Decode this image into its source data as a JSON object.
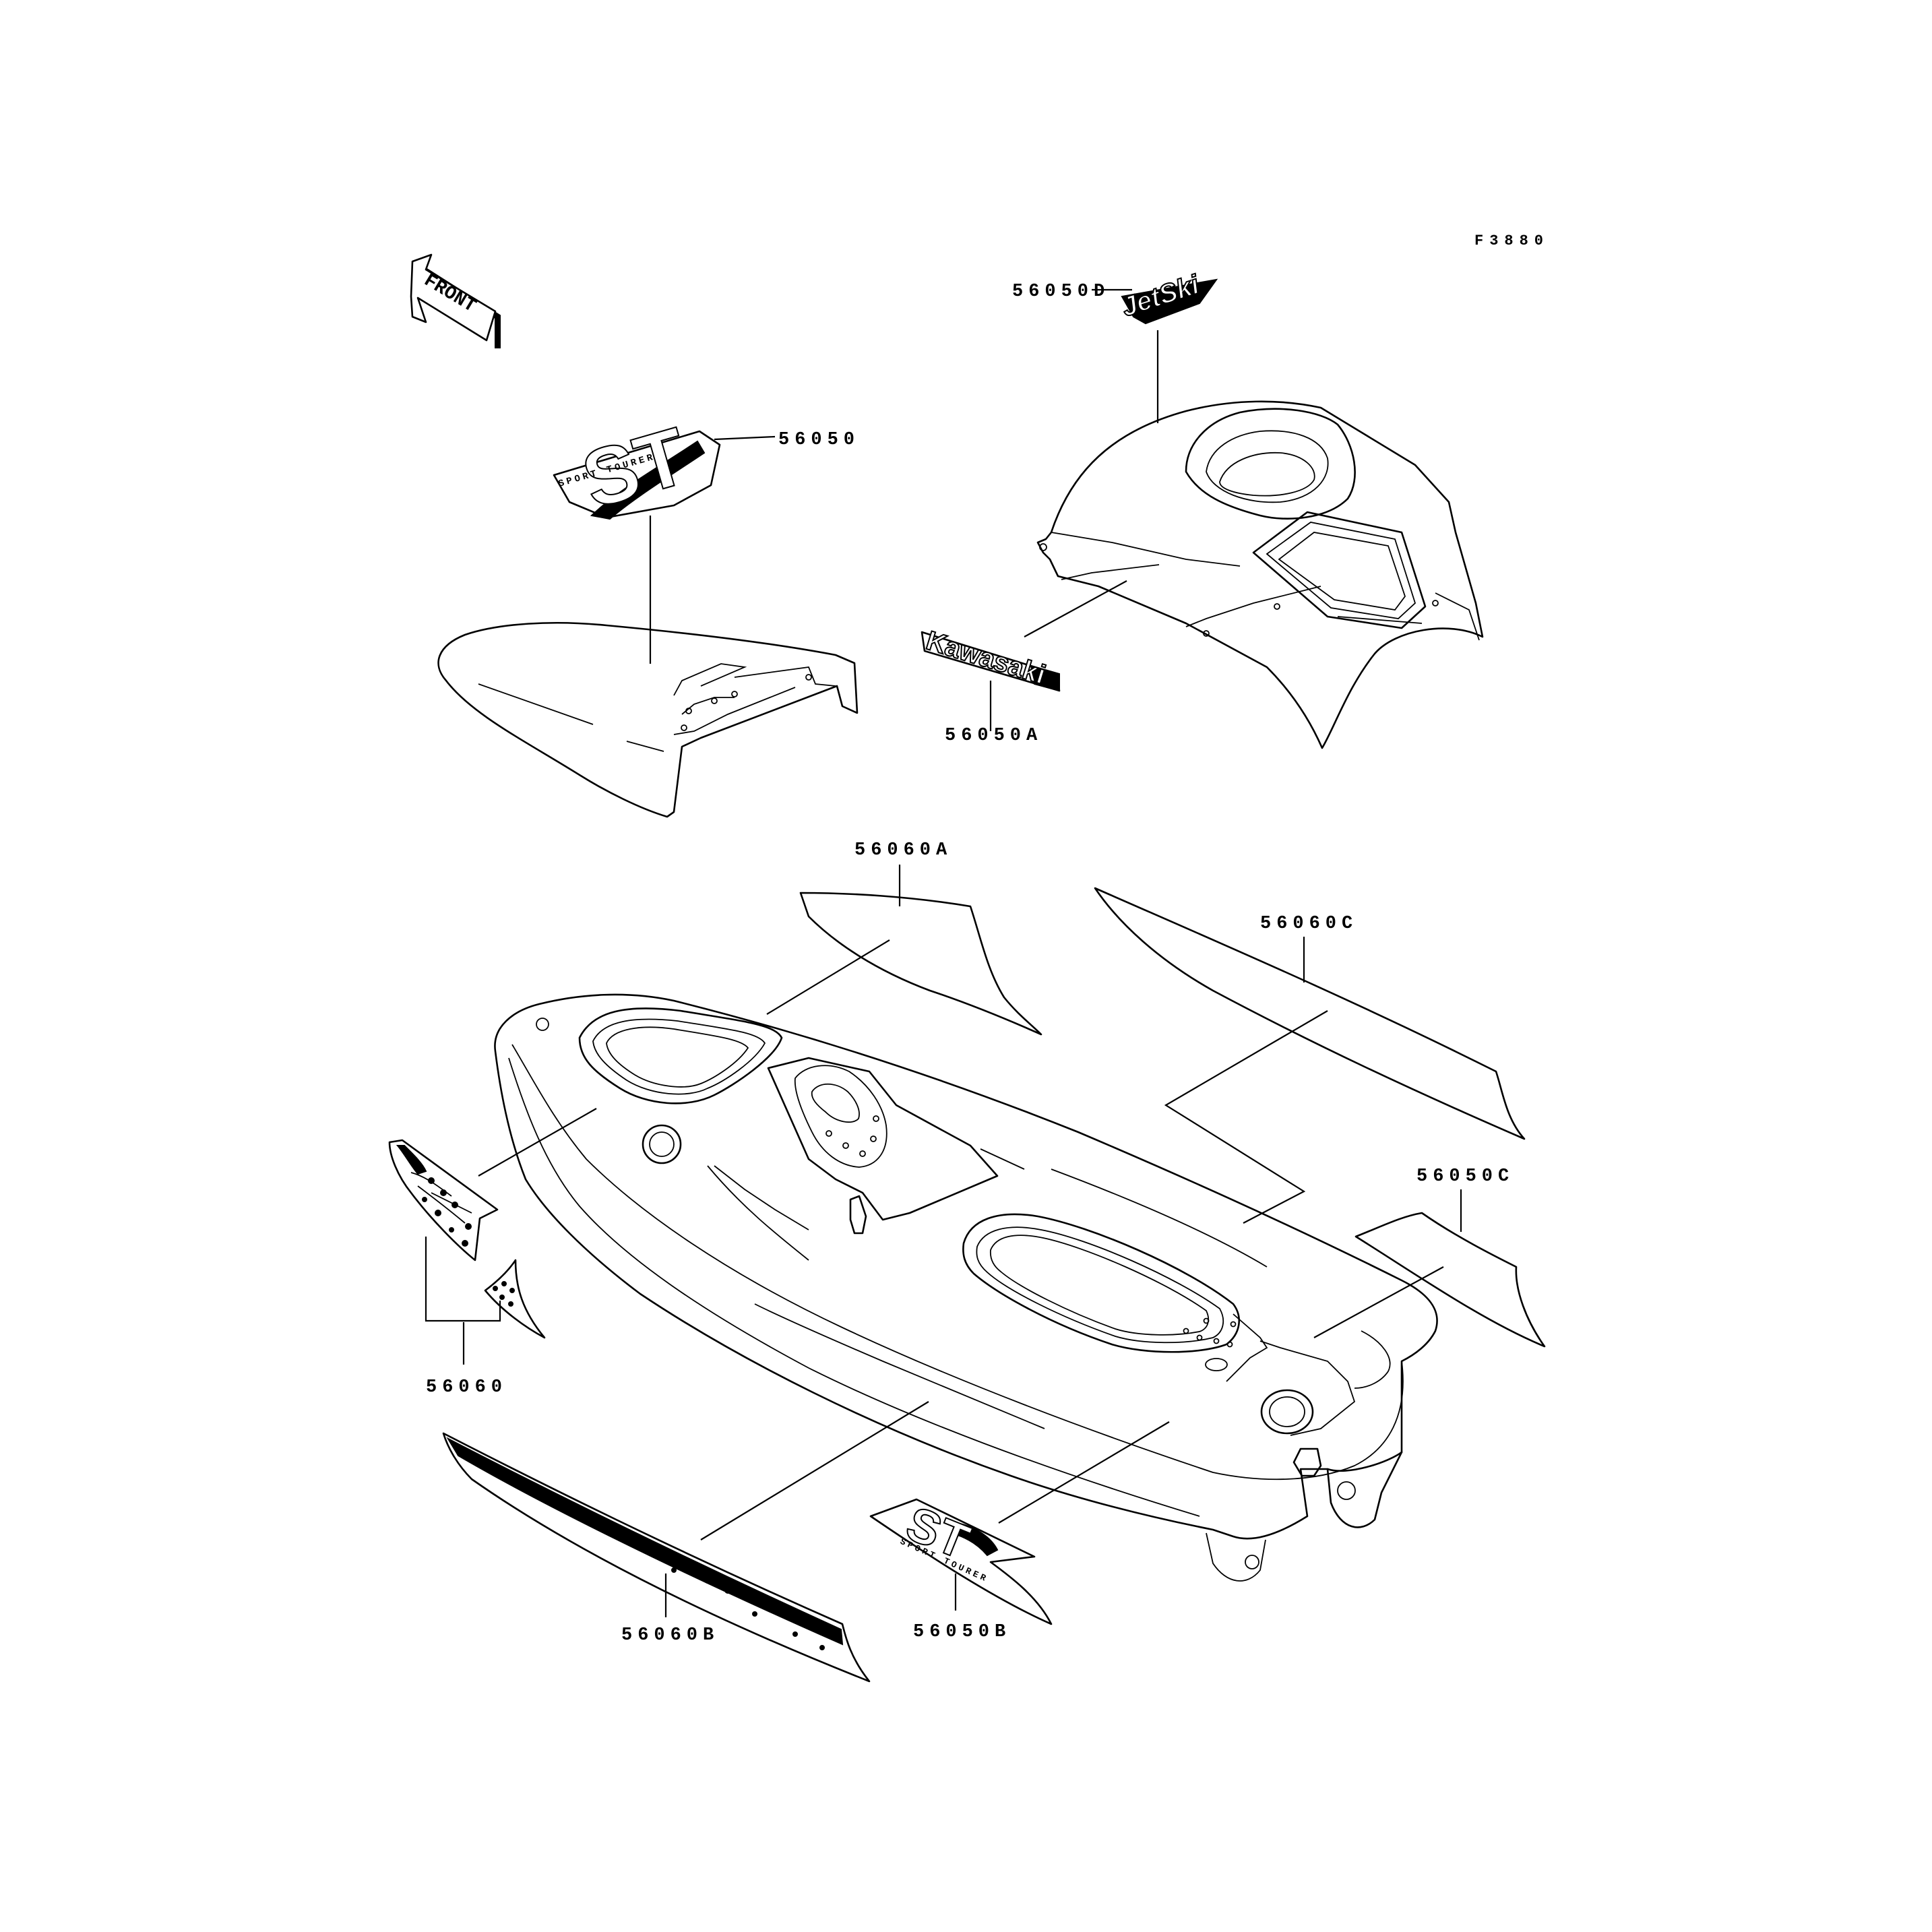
{
  "figure": {
    "code": "F3880"
  },
  "front_arrow": {
    "label": "FRONT"
  },
  "parts": [
    {
      "id": "p-56050",
      "number": "56050"
    },
    {
      "id": "p-56050D",
      "number": "56050D"
    },
    {
      "id": "p-56050A",
      "number": "56050A"
    },
    {
      "id": "p-56060A",
      "number": "56060A"
    },
    {
      "id": "p-56060C",
      "number": "56060C"
    },
    {
      "id": "p-56050C",
      "number": "56050C"
    },
    {
      "id": "p-56060",
      "number": "56060"
    },
    {
      "id": "p-56060B",
      "number": "56060B"
    },
    {
      "id": "p-56050B",
      "number": "56050B"
    }
  ],
  "decals": {
    "brand": "Kawasaki",
    "st_top": "ST",
    "st_top_sub": "SPORT TOURER",
    "jetski": "JetSki",
    "st_side": "ST",
    "st_side_sub": "SPORT TOURER"
  },
  "colors": {
    "line": "#000000",
    "background": "#ffffff"
  }
}
